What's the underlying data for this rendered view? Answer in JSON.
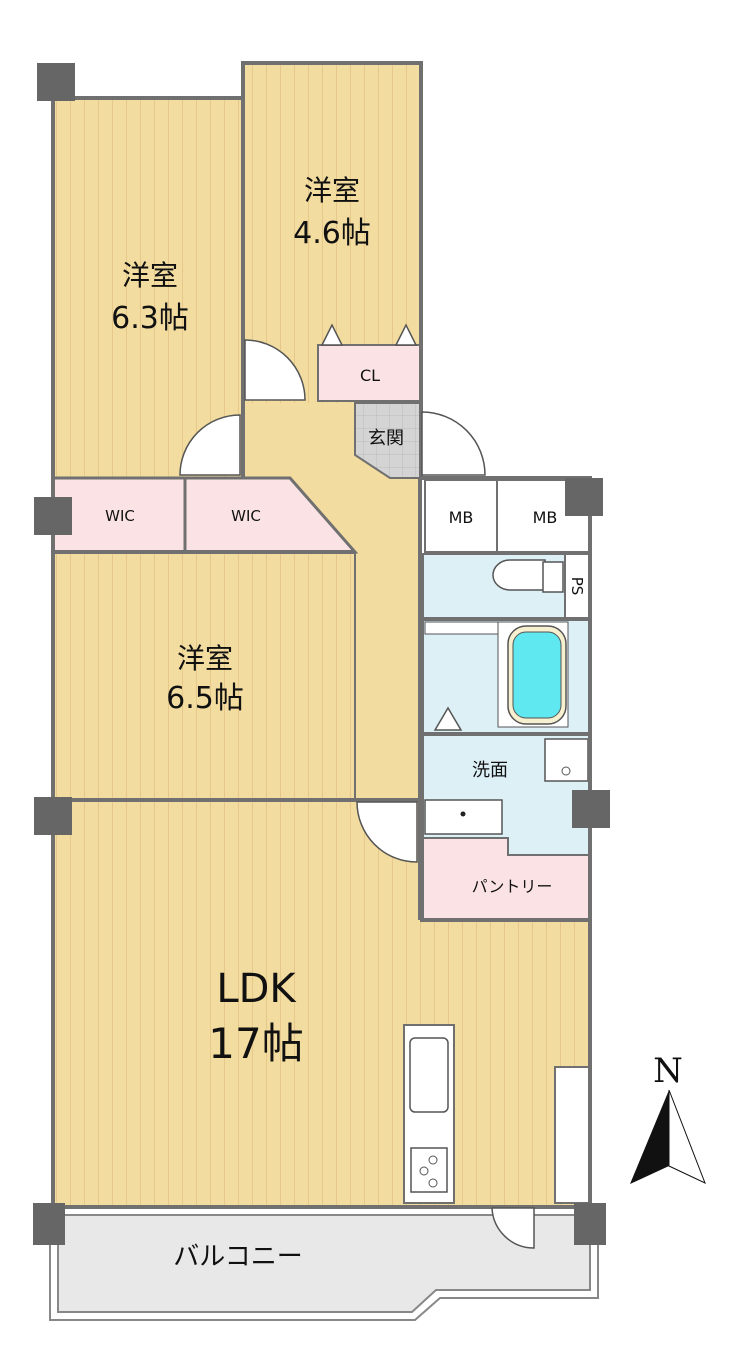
{
  "floorplan": {
    "rooms": {
      "western_room_1": {
        "name": "洋室",
        "size": "6.3帖"
      },
      "western_room_2": {
        "name": "洋室",
        "size": "4.6帖"
      },
      "western_room_3": {
        "name": "洋室",
        "size": "6.5帖"
      },
      "ldk": {
        "name": "LDK",
        "size": "17帖"
      },
      "closet": "CL",
      "entrance": "玄関",
      "wic_1": "WIC",
      "wic_2": "WIC",
      "meter_box_1": "MB",
      "meter_box_2": "MB",
      "pipe_space": "PS",
      "washroom": "洗面",
      "pantry": "パントリー",
      "balcony": "バルコニー"
    },
    "compass": {
      "label": "N"
    },
    "colors": {
      "floor": "#f2dca0",
      "storage": "#fbe3e5",
      "wet_area": "#dcf0f6",
      "entrance": "#d0d0d0",
      "balcony": "#e8e8e8",
      "wall": "#707070",
      "bathtub": "#5fe8f0"
    }
  }
}
